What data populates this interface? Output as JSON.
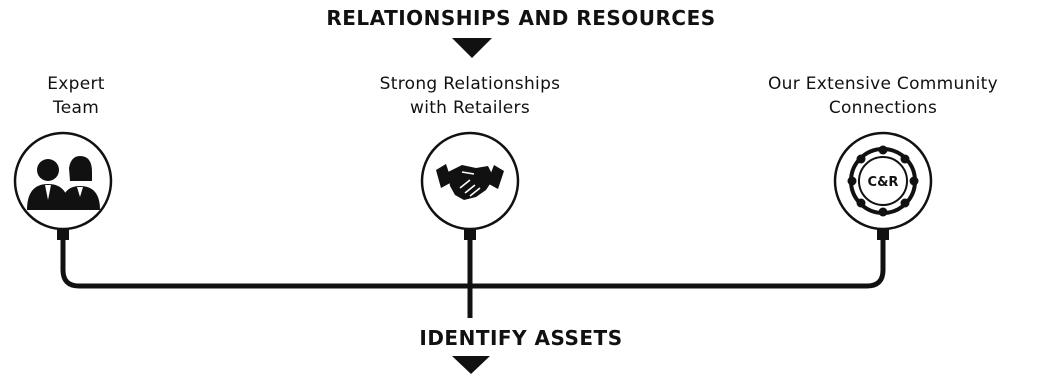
{
  "diagram": {
    "top_heading": "RELATIONSHIPS AND RESOURCES",
    "bottom_heading": "IDENTIFY ASSETS",
    "nodes": [
      {
        "line1": "Expert",
        "line2": "Team",
        "icon": "team-people-icon"
      },
      {
        "line1": "Strong Relationships",
        "line2": "with Retailers",
        "icon": "handshake-icon"
      },
      {
        "line1": "Our Extensive Community",
        "line2": "Connections",
        "icon": "community-connections-icon",
        "icon_text": "C&R"
      }
    ]
  }
}
